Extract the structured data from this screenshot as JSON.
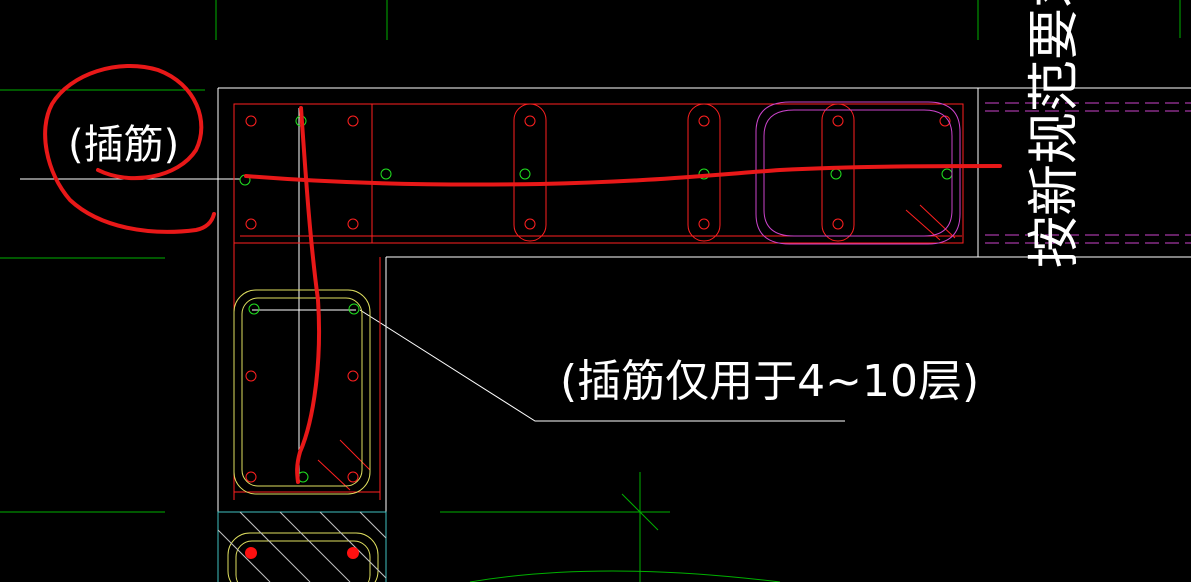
{
  "annotations": {
    "dowel_label": "(插筋)",
    "dowel_note": "(插筋仅用于4~10层)",
    "vertical_note": "按新规范要求"
  },
  "colors": {
    "background": "#000000",
    "outline": "#ffffff",
    "rebar": "#ff2020",
    "grid": "#00c000",
    "pink": "#cc44cc",
    "yellow": "#e0e060",
    "cyan": "#40c0c0",
    "markup": "#e81818"
  }
}
